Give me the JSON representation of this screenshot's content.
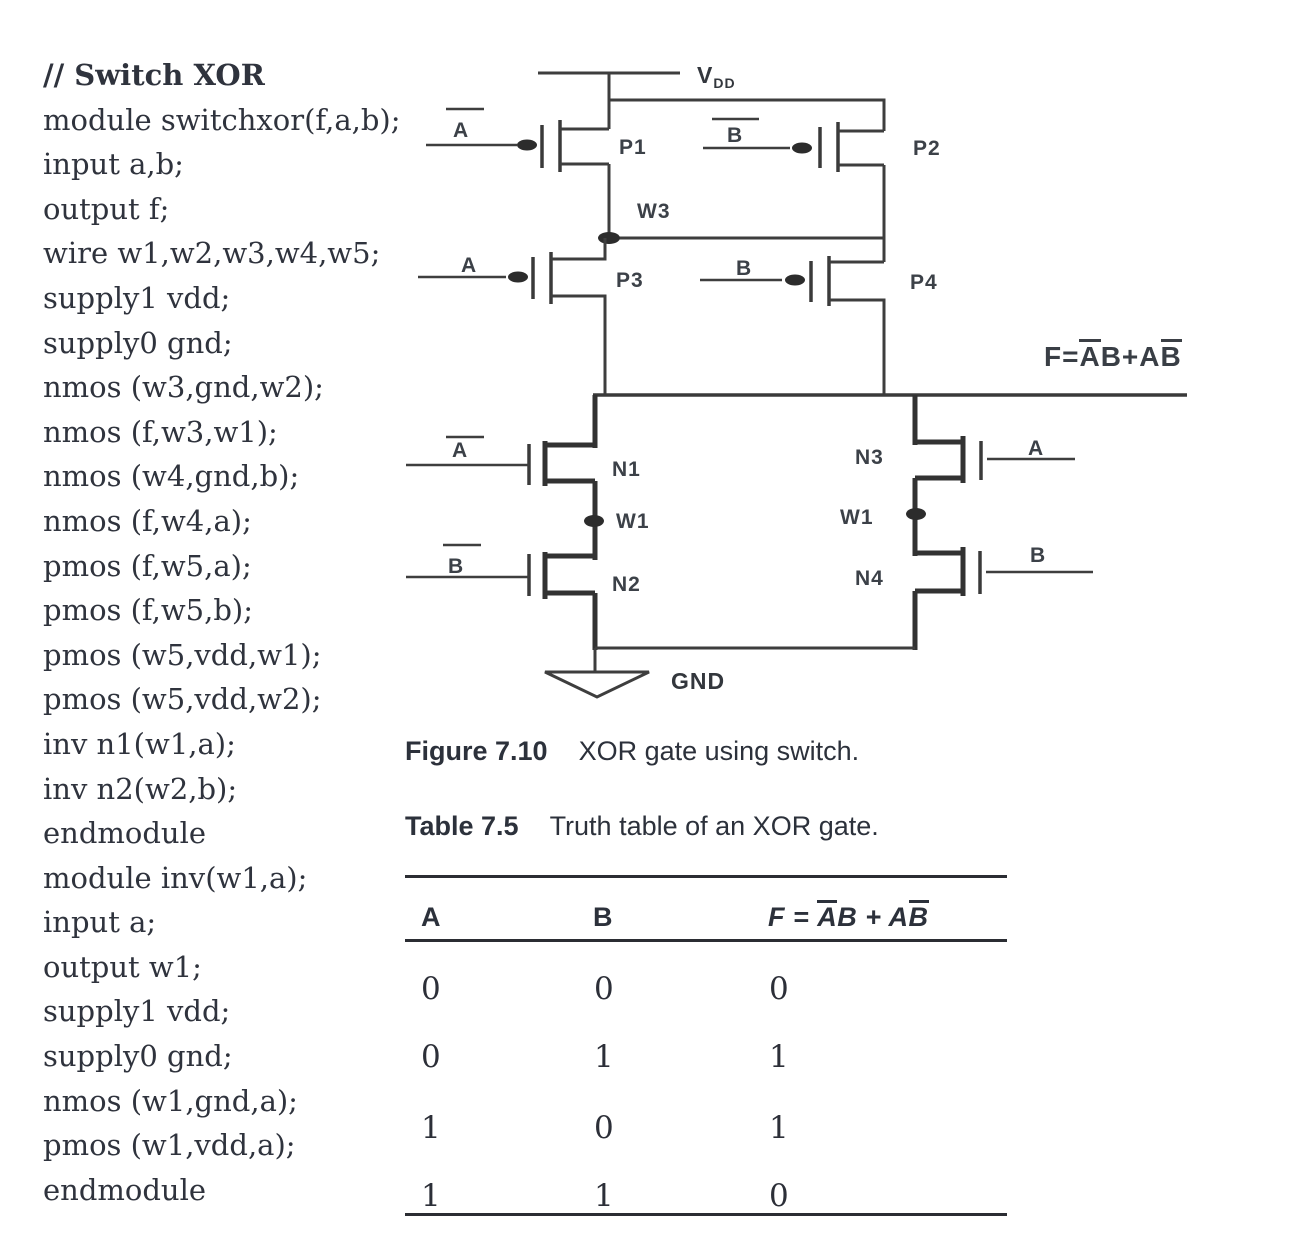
{
  "code": {
    "header": "// Switch XOR",
    "lines": [
      "module switchxor(f,a,b);",
      "input a,b;",
      "output f;",
      "wire w1,w2,w3,w4,w5;",
      "supply1 vdd;",
      "supply0 gnd;",
      "nmos (w3,gnd,w2);",
      "nmos (f,w3,w1);",
      "nmos (w4,gnd,b);",
      "nmos (f,w4,a);",
      "pmos (f,w5,a);",
      "pmos (f,w5,b);",
      "pmos (w5,vdd,w1);",
      "pmos (w5,vdd,w2);",
      "inv n1(w1,a);",
      "inv n2(w2,b);",
      "endmodule",
      "module inv(w1,a);",
      "input a;",
      "output w1;",
      "supply1 vdd;",
      "supply0 gnd;",
      "nmos (w1,gnd,a);",
      "pmos (w1,vdd,a);",
      "endmodule"
    ]
  },
  "circuit": {
    "vdd": {
      "main": "V",
      "sub": "DD"
    },
    "gnd": "GND",
    "transistors": {
      "p1": "P1",
      "p2": "P2",
      "p3": "P3",
      "p4": "P4",
      "n1": "N1",
      "n2": "N2",
      "n3": "N3",
      "n4": "N4"
    },
    "nodes": {
      "w3": "W3",
      "w1_left": "W1",
      "w1_right": "W1"
    },
    "gates": {
      "p1": "A",
      "p2": "B",
      "p3": "A",
      "p4": "B",
      "n1": "A",
      "n2": "B",
      "n3": "A",
      "n4": "B"
    },
    "output": {
      "pre": "F=",
      "a1": "A",
      "mid": "B+A",
      "b2": "B"
    }
  },
  "figure_caption": {
    "label": "Figure 7.10",
    "text": "XOR gate using switch."
  },
  "table_caption": {
    "label": "Table 7.5",
    "text": "Truth table of an XOR gate."
  },
  "truth_table": {
    "headers": {
      "col_a": "A",
      "col_b": "B",
      "f_pre": "F = ",
      "f_a": "A",
      "f_mid": "B + A",
      "f_b": "B"
    },
    "rows": [
      [
        "0",
        "0",
        "0"
      ],
      [
        "0",
        "1",
        "1"
      ],
      [
        "1",
        "0",
        "1"
      ],
      [
        "1",
        "1",
        "0"
      ]
    ]
  }
}
